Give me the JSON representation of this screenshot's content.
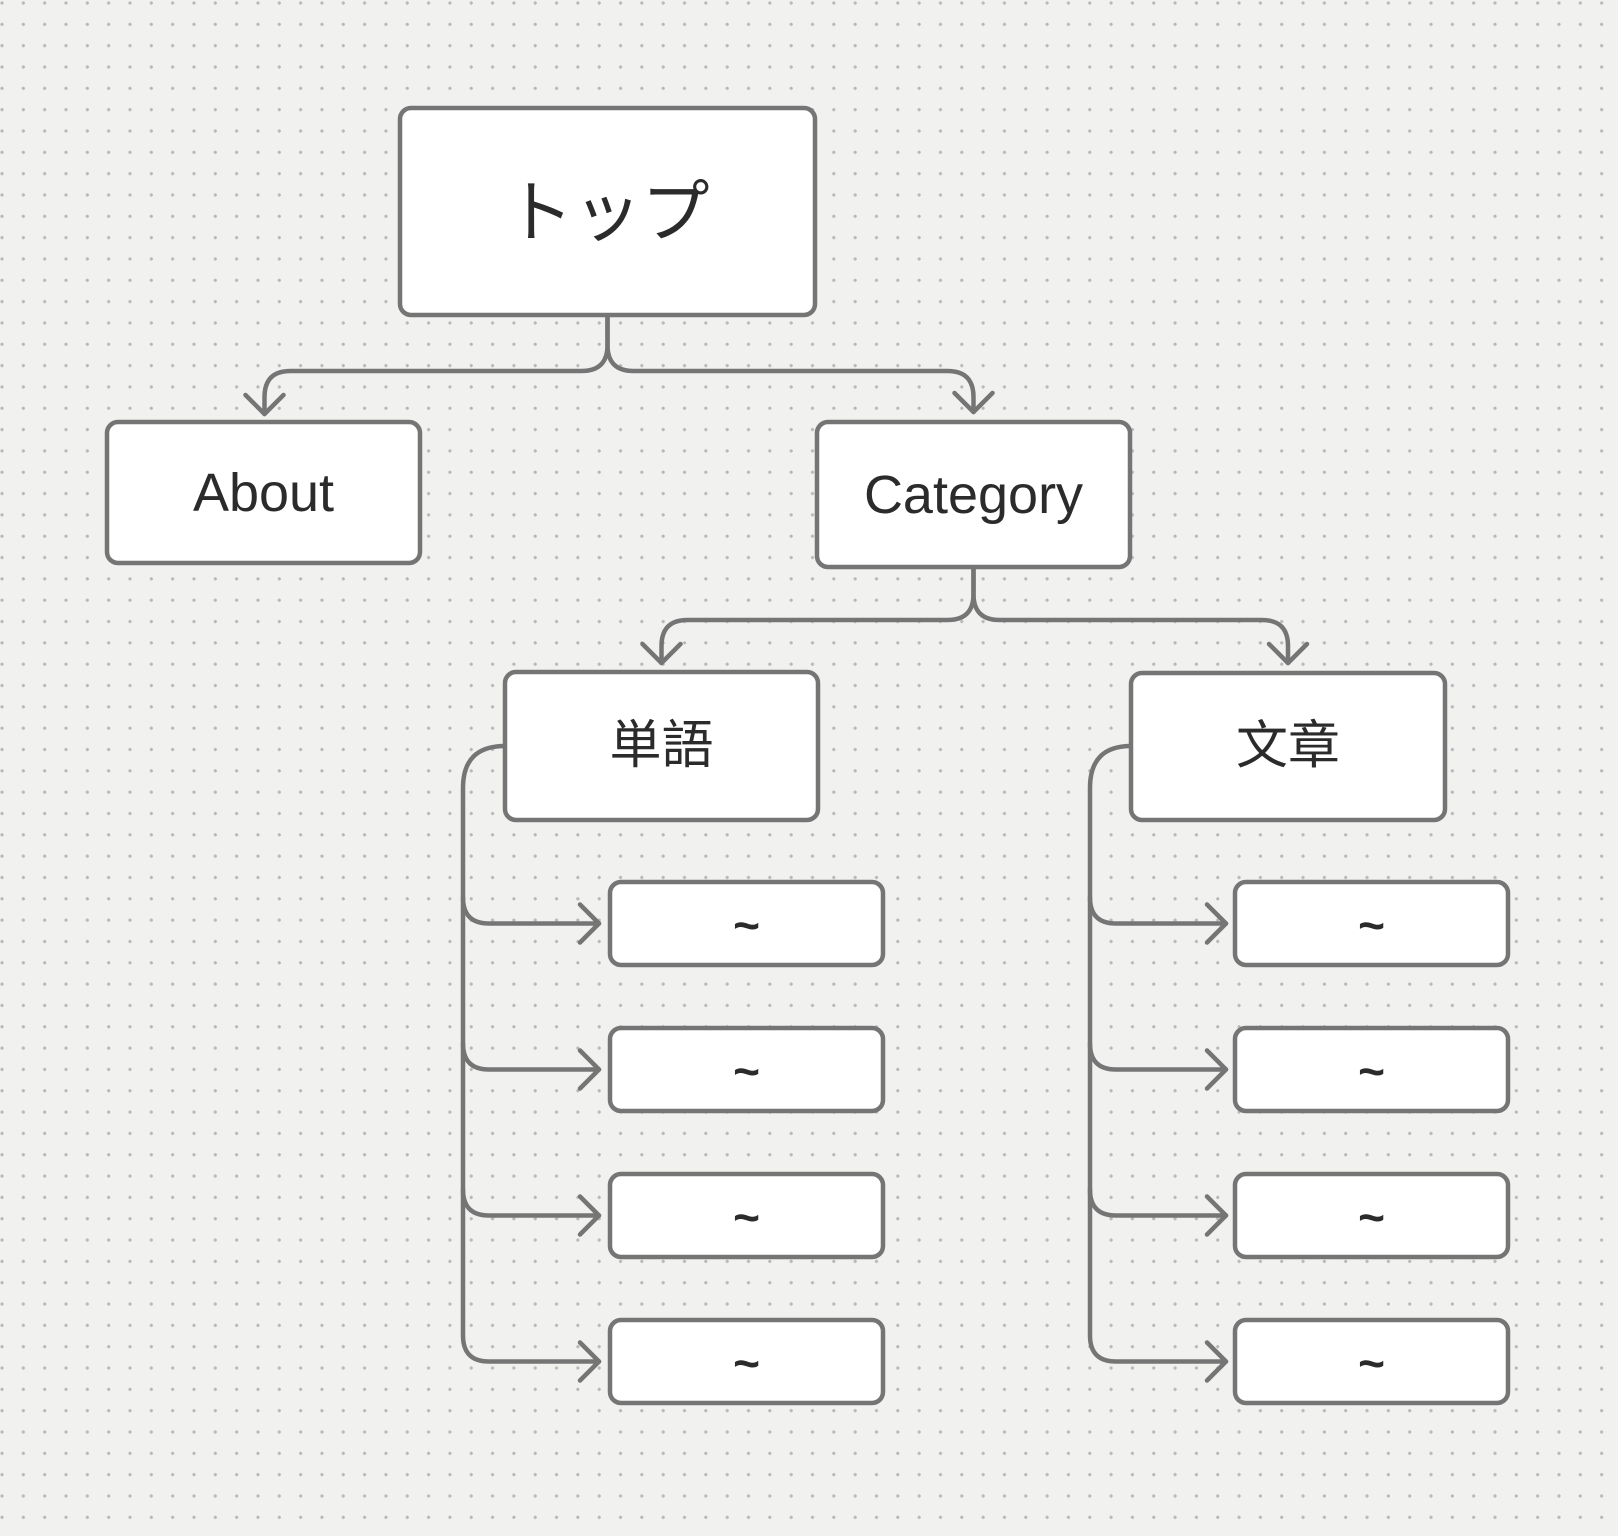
{
  "canvas": {
    "background_color": "#f1f1f0",
    "dot_color": "#b9b9b9",
    "edge_color": "#757575",
    "node_fill": "#ffffff",
    "node_border_color": "#757575",
    "text_color": "#2b2b2b"
  },
  "nodes": {
    "top": "トップ",
    "about": "About",
    "category": "Category",
    "words": "単語",
    "sentences": "文章",
    "word_items": [
      "~",
      "~",
      "~",
      "~"
    ],
    "sentence_items": [
      "~",
      "~",
      "~",
      "~"
    ]
  },
  "edges": [
    [
      "トップ",
      "About"
    ],
    [
      "トップ",
      "Category"
    ],
    [
      "Category",
      "単語"
    ],
    [
      "Category",
      "文章"
    ],
    [
      "単語",
      "~1"
    ],
    [
      "単語",
      "~2"
    ],
    [
      "単語",
      "~3"
    ],
    [
      "単語",
      "~4"
    ],
    [
      "文章",
      "~1"
    ],
    [
      "文章",
      "~2"
    ],
    [
      "文章",
      "~3"
    ],
    [
      "文章",
      "~4"
    ]
  ]
}
